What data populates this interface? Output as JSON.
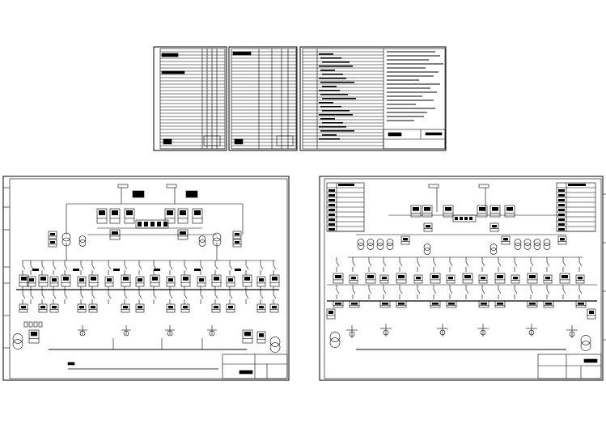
{
  "colors": {
    "background": "#ffffff",
    "ink": "#000000"
  },
  "sheets": [
    {
      "id": "table-sheet-1",
      "kind": "schedule-table"
    },
    {
      "id": "table-sheet-2",
      "kind": "schedule-table"
    },
    {
      "id": "notes-sheet",
      "kind": "design-notes"
    },
    {
      "id": "diagram-left",
      "kind": "single-line-diagram"
    },
    {
      "id": "diagram-right",
      "kind": "single-line-diagram"
    }
  ]
}
